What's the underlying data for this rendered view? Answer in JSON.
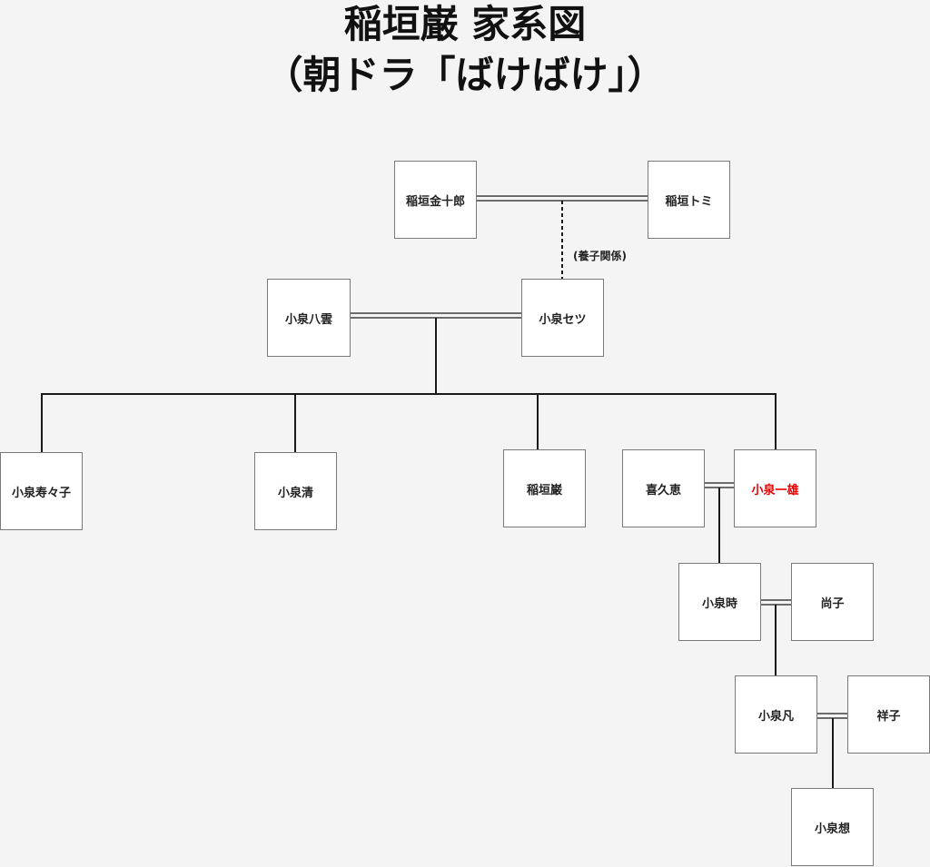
{
  "title": {
    "line1": "稲垣巌 家系図",
    "line2": "（朝ドラ「ばけばけ」）"
  },
  "colors": {
    "background": "#f4f4f4",
    "node_border": "#7a7a7a",
    "line": "#1a1a1a",
    "highlight": "#e60000"
  },
  "nodes": {
    "inagaki_kinjuro": "稲垣金十郎",
    "inagaki_tomi": "稲垣トミ",
    "koizumi_yakumo": "小泉八雲",
    "koizumi_setsu": "小泉セツ",
    "koizumi_suzuko": "小泉寿々子",
    "koizumi_kiyoshi": "小泉清",
    "inagaki_iwao": "稲垣巌",
    "kikue": "喜久恵",
    "koizumi_kazuo": "小泉一雄",
    "koizumi_toki": "小泉時",
    "naoko": "尚子",
    "koizumi_bon": "小泉凡",
    "shoko": "祥子",
    "koizumi_so": "小泉想"
  },
  "annotations": {
    "adoption": "(養子関係)"
  }
}
